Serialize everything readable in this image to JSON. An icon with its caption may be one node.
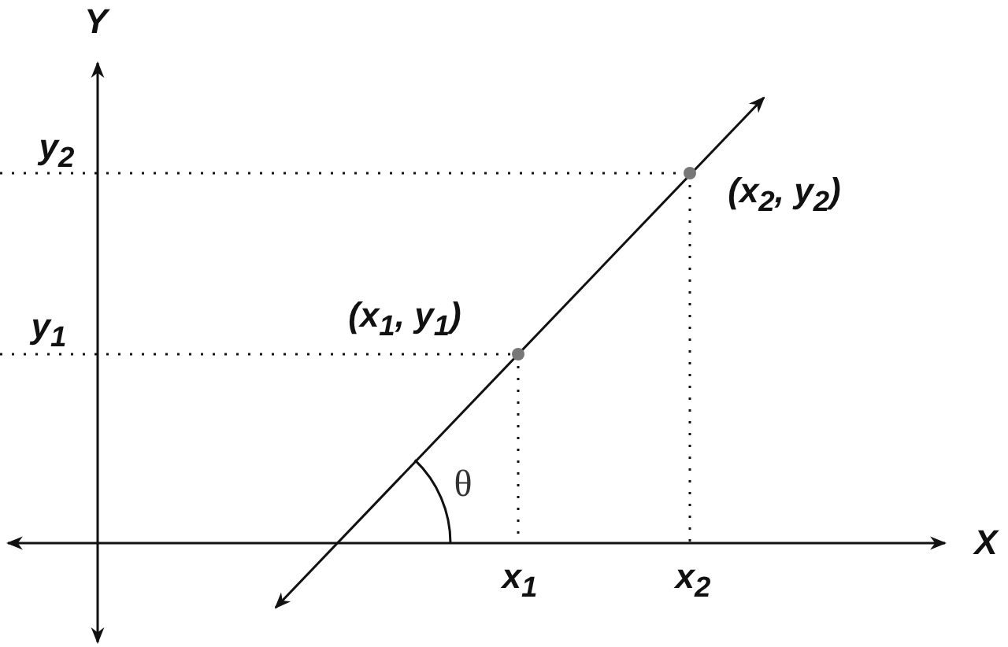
{
  "diagram": {
    "labels": [
      "Y",
      "y$_{2}$",
      "(x$_{2}$, y$_{2}$)",
      "y$_{1}$",
      "(x$_{1}$, y$_{1}$)",
      "θ",
      "X",
      "x$_{1}$",
      "x$_{2}$"
    ]
  }
}
